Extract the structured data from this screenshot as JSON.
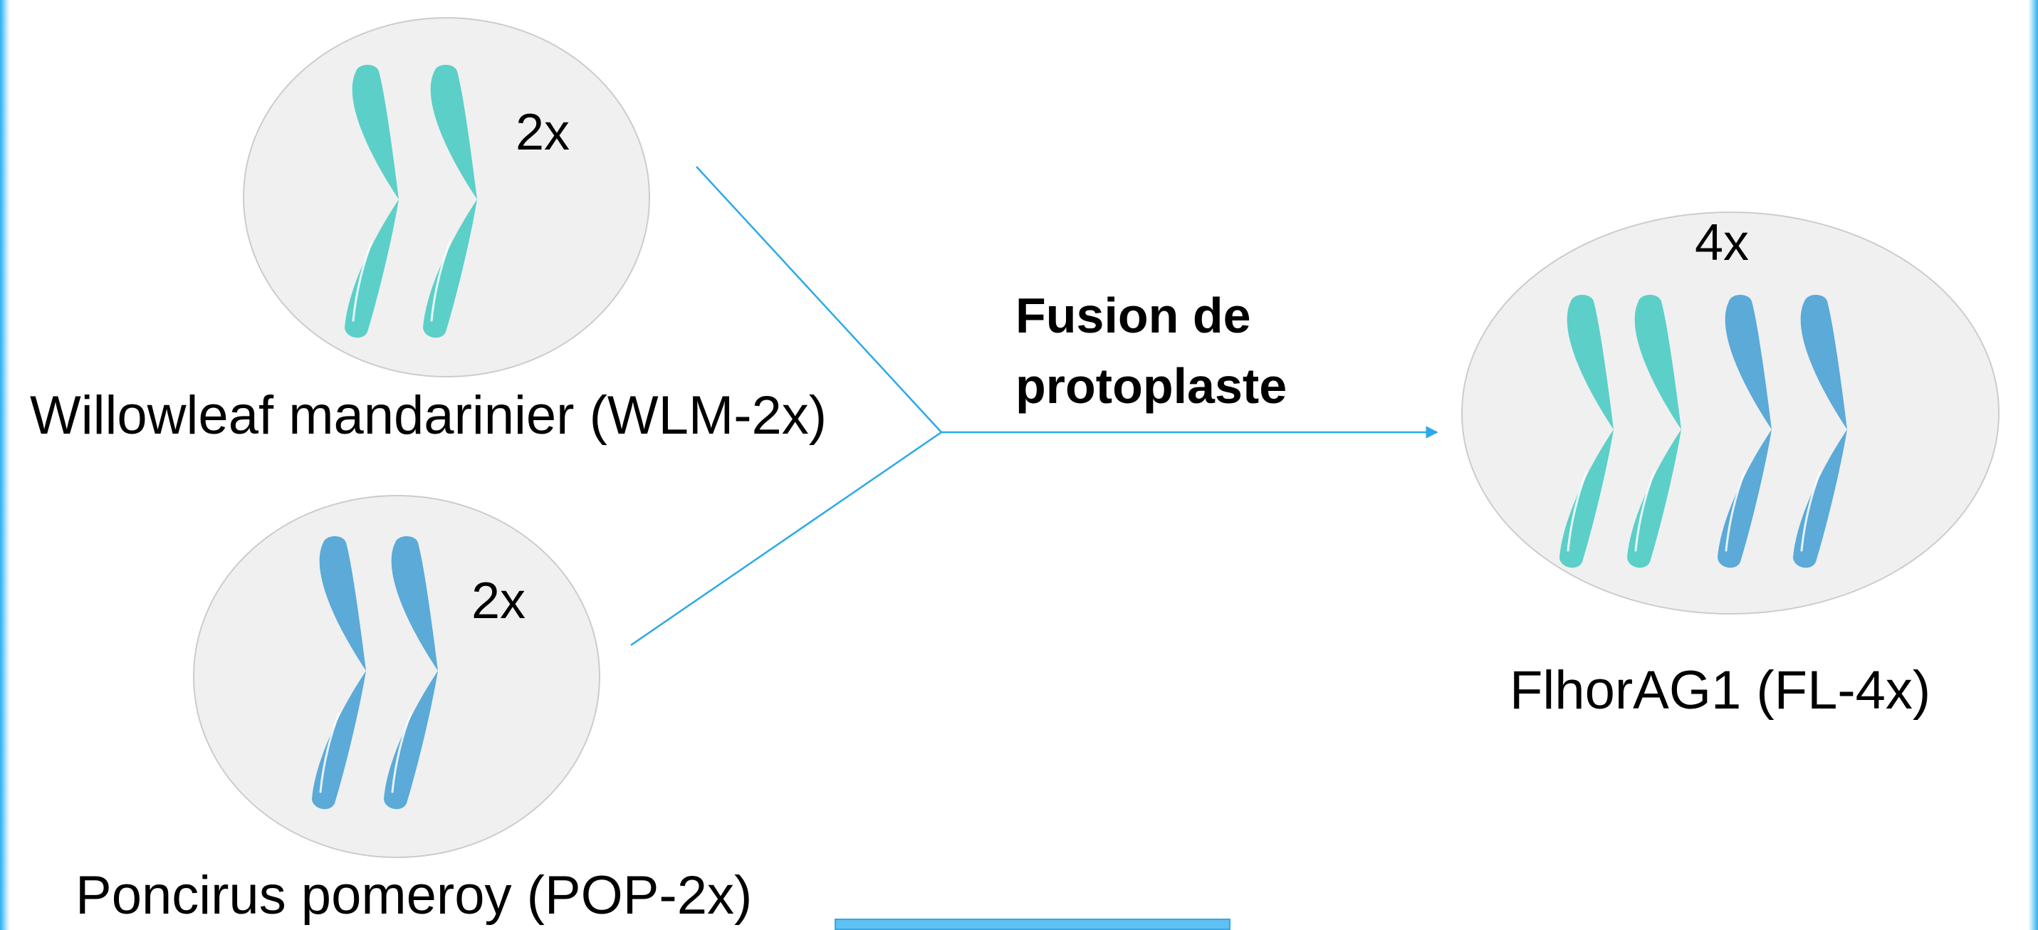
{
  "cells": [
    {
      "id": "wlm",
      "ploidy": "2x",
      "name": "Willowleaf mandarinier (WLM-2x)"
    },
    {
      "id": "pop",
      "ploidy": "2x",
      "name": "Poncirus pomeroy (POP-2x)"
    },
    {
      "id": "fl",
      "ploidy": "4x",
      "name": "FlhorAG1 (FL-4x)"
    }
  ],
  "process": {
    "label": "Fusion de protoplaste"
  },
  "colors": {
    "cell_fill": "#f0f0f0",
    "cell_stroke": "#cccccc",
    "chromosome_teal": "#5ccfc9",
    "chromosome_blue": "#5baad8",
    "connector": "#2aa9e8",
    "frame_edge": "#29aef0"
  }
}
